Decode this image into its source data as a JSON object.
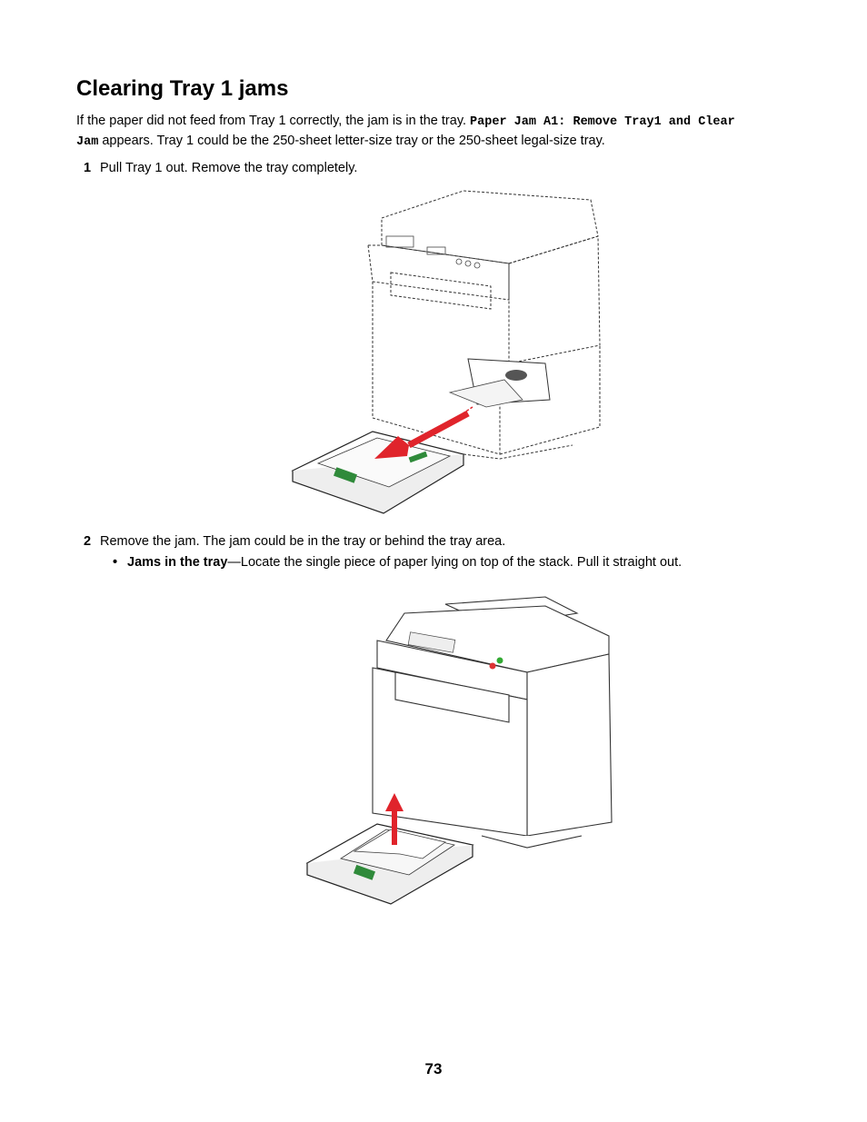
{
  "heading": "Clearing Tray 1 jams",
  "intro": {
    "text_before": "If the paper did not feed from Tray 1 correctly, the jam is in the tray. ",
    "message_part1": "Paper Jam A1: Remove Tray1 and Clear",
    "message_part2": "Jam",
    "text_after": " appears. Tray 1 could be the 250-sheet letter-size tray or the 250-sheet legal-size tray."
  },
  "steps": [
    {
      "number": "1",
      "text": "Pull Tray 1 out. Remove the tray completely."
    },
    {
      "number": "2",
      "text": "Remove the jam. The jam could be in the tray or behind the tray area."
    }
  ],
  "bullet": {
    "symbol": "•",
    "label": "Jams in the tray",
    "text": "—Locate the single piece of paper lying on top of the stack. Pull it straight out."
  },
  "colors": {
    "arrow": "#e0242b",
    "tray_green": "#2f8a3a"
  },
  "page_number": "73"
}
